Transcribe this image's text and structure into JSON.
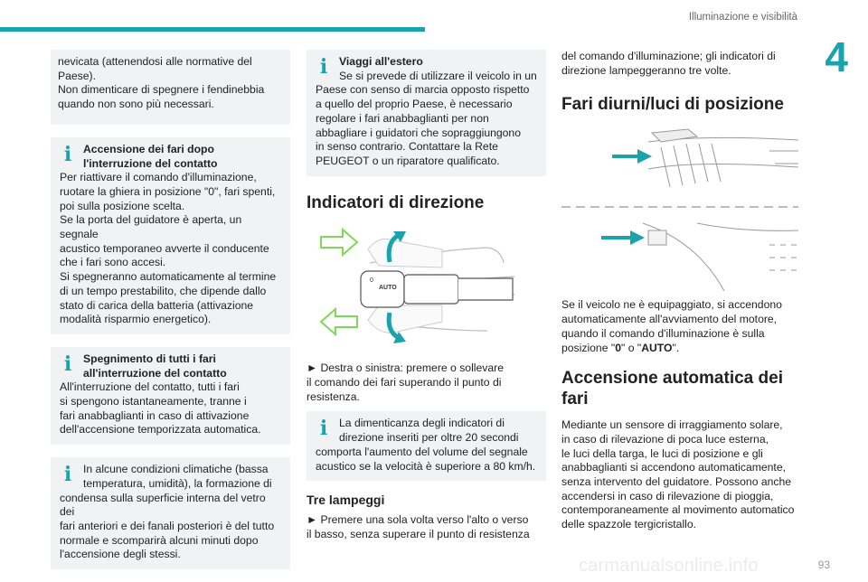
{
  "header": {
    "title": "Illuminazione e visibilità",
    "chapter": "4",
    "page_number": "93"
  },
  "watermark": "carmanualsonline.info",
  "col1": {
    "intro_text": "nevicata (attenendosi alle normative del\nPaese).\nNon dimenticare di spegnere i fendinebbia\nquando non sono più necessari.",
    "box1_title": "Accensione dei fari dopo\nl'interruzione del contatto",
    "box1_text": "Per riattivare il comando d'illuminazione,\nruotare la ghiera in posizione \"0\", fari spenti,\npoi sulla posizione scelta.\nSe la porta del guidatore è aperta, un segnale\nacustico temporaneo avverte il conducente\nche i fari sono accesi.\nSi spegneranno automaticamente al termine\ndi un tempo prestabilito, che dipende dallo\nstato di carica della batteria (attivazione\nmodalità risparmio energetico).",
    "box2_title": "Spegnimento di tutti i fari\nall'interruzione del contatto",
    "box2_text": "All'interruzione del contatto, tutti i fari\nsi spengono istantaneamente, tranne i\nfari anabbaglianti in caso di attivazione\ndell'accensione temporizzata automatica.",
    "box3_first": "In alcune condizioni climatiche (bassa\ntemperatura, umidità), la formazione di",
    "box3_text": "condensa sulla superficie interna del vetro dei\nfari anteriori e dei fanali posteriori è del tutto\nnormale e scomparirà alcuni minuti dopo\nl'accensione degli stessi."
  },
  "col2": {
    "box1_title": "Viaggi all'estero",
    "box1_first": "Se si prevede di utilizzare il veicolo in un",
    "box1_text": "Paese con senso di marcia opposto rispetto\na quello del proprio Paese, è necessario\nregolare i fari anabbaglianti per non\nabbagliare i guidatori che sopraggiungono\nin senso contrario. Contattare la Rete\nPEUGEOT o un riparatore qualificato.",
    "heading": "Indicatori di direzione",
    "instruction": "► Destra o sinistra: premere o sollevare\nil comando dei fari superando il punto di\nresistenza.",
    "box2_first": "La dimenticanza degli indicatori di\ndirezione inseriti per oltre 20 secondi",
    "box2_text": "comporta l'aumento del volume del segnale\nacustico se la velocità è superiore a 80 km/h.",
    "subheading": "Tre lampeggi",
    "instruction2": "► Premere una sola volta verso l'alto o verso\nil basso, senza superare il punto di resistenza",
    "stalk_labels": {
      "zero": "0",
      "auto": "AUTO"
    }
  },
  "col3": {
    "intro_text": "del comando d'illuminazione; gli indicatori di\ndirezione lampeggeranno tre volte.",
    "heading1": "Fari diurni/luci di posizione",
    "text1_a": "Se il veicolo ne è equipaggiato, si accendono\nautomaticamente all'avviamento del motore,\nquando il comando d'illuminazione è sulla\nposizione \"",
    "text1_zero": "0",
    "text1_mid": "\" o \"",
    "text1_auto": "AUTO",
    "text1_end": "\".",
    "heading2": "Accensione automatica dei\nfari",
    "text2": "Mediante un sensore di irraggiamento solare,\nin caso di rilevazione di poca luce esterna,\nle luci della targa, le luci di posizione e gli\nanabbaglianti si accendono automaticamente,\nsenza intervento del guidatore. Possono anche\naccendersi in caso di rilevazione di pioggia,\ncontemporaneamente al movimento automatico\ndelle spazzole tergicristallo."
  },
  "colors": {
    "accent": "#1aa3ad",
    "box_bg": "#f1f2f3",
    "arrow_green": "#7ed957"
  },
  "icons": {
    "info": "info-icon"
  }
}
